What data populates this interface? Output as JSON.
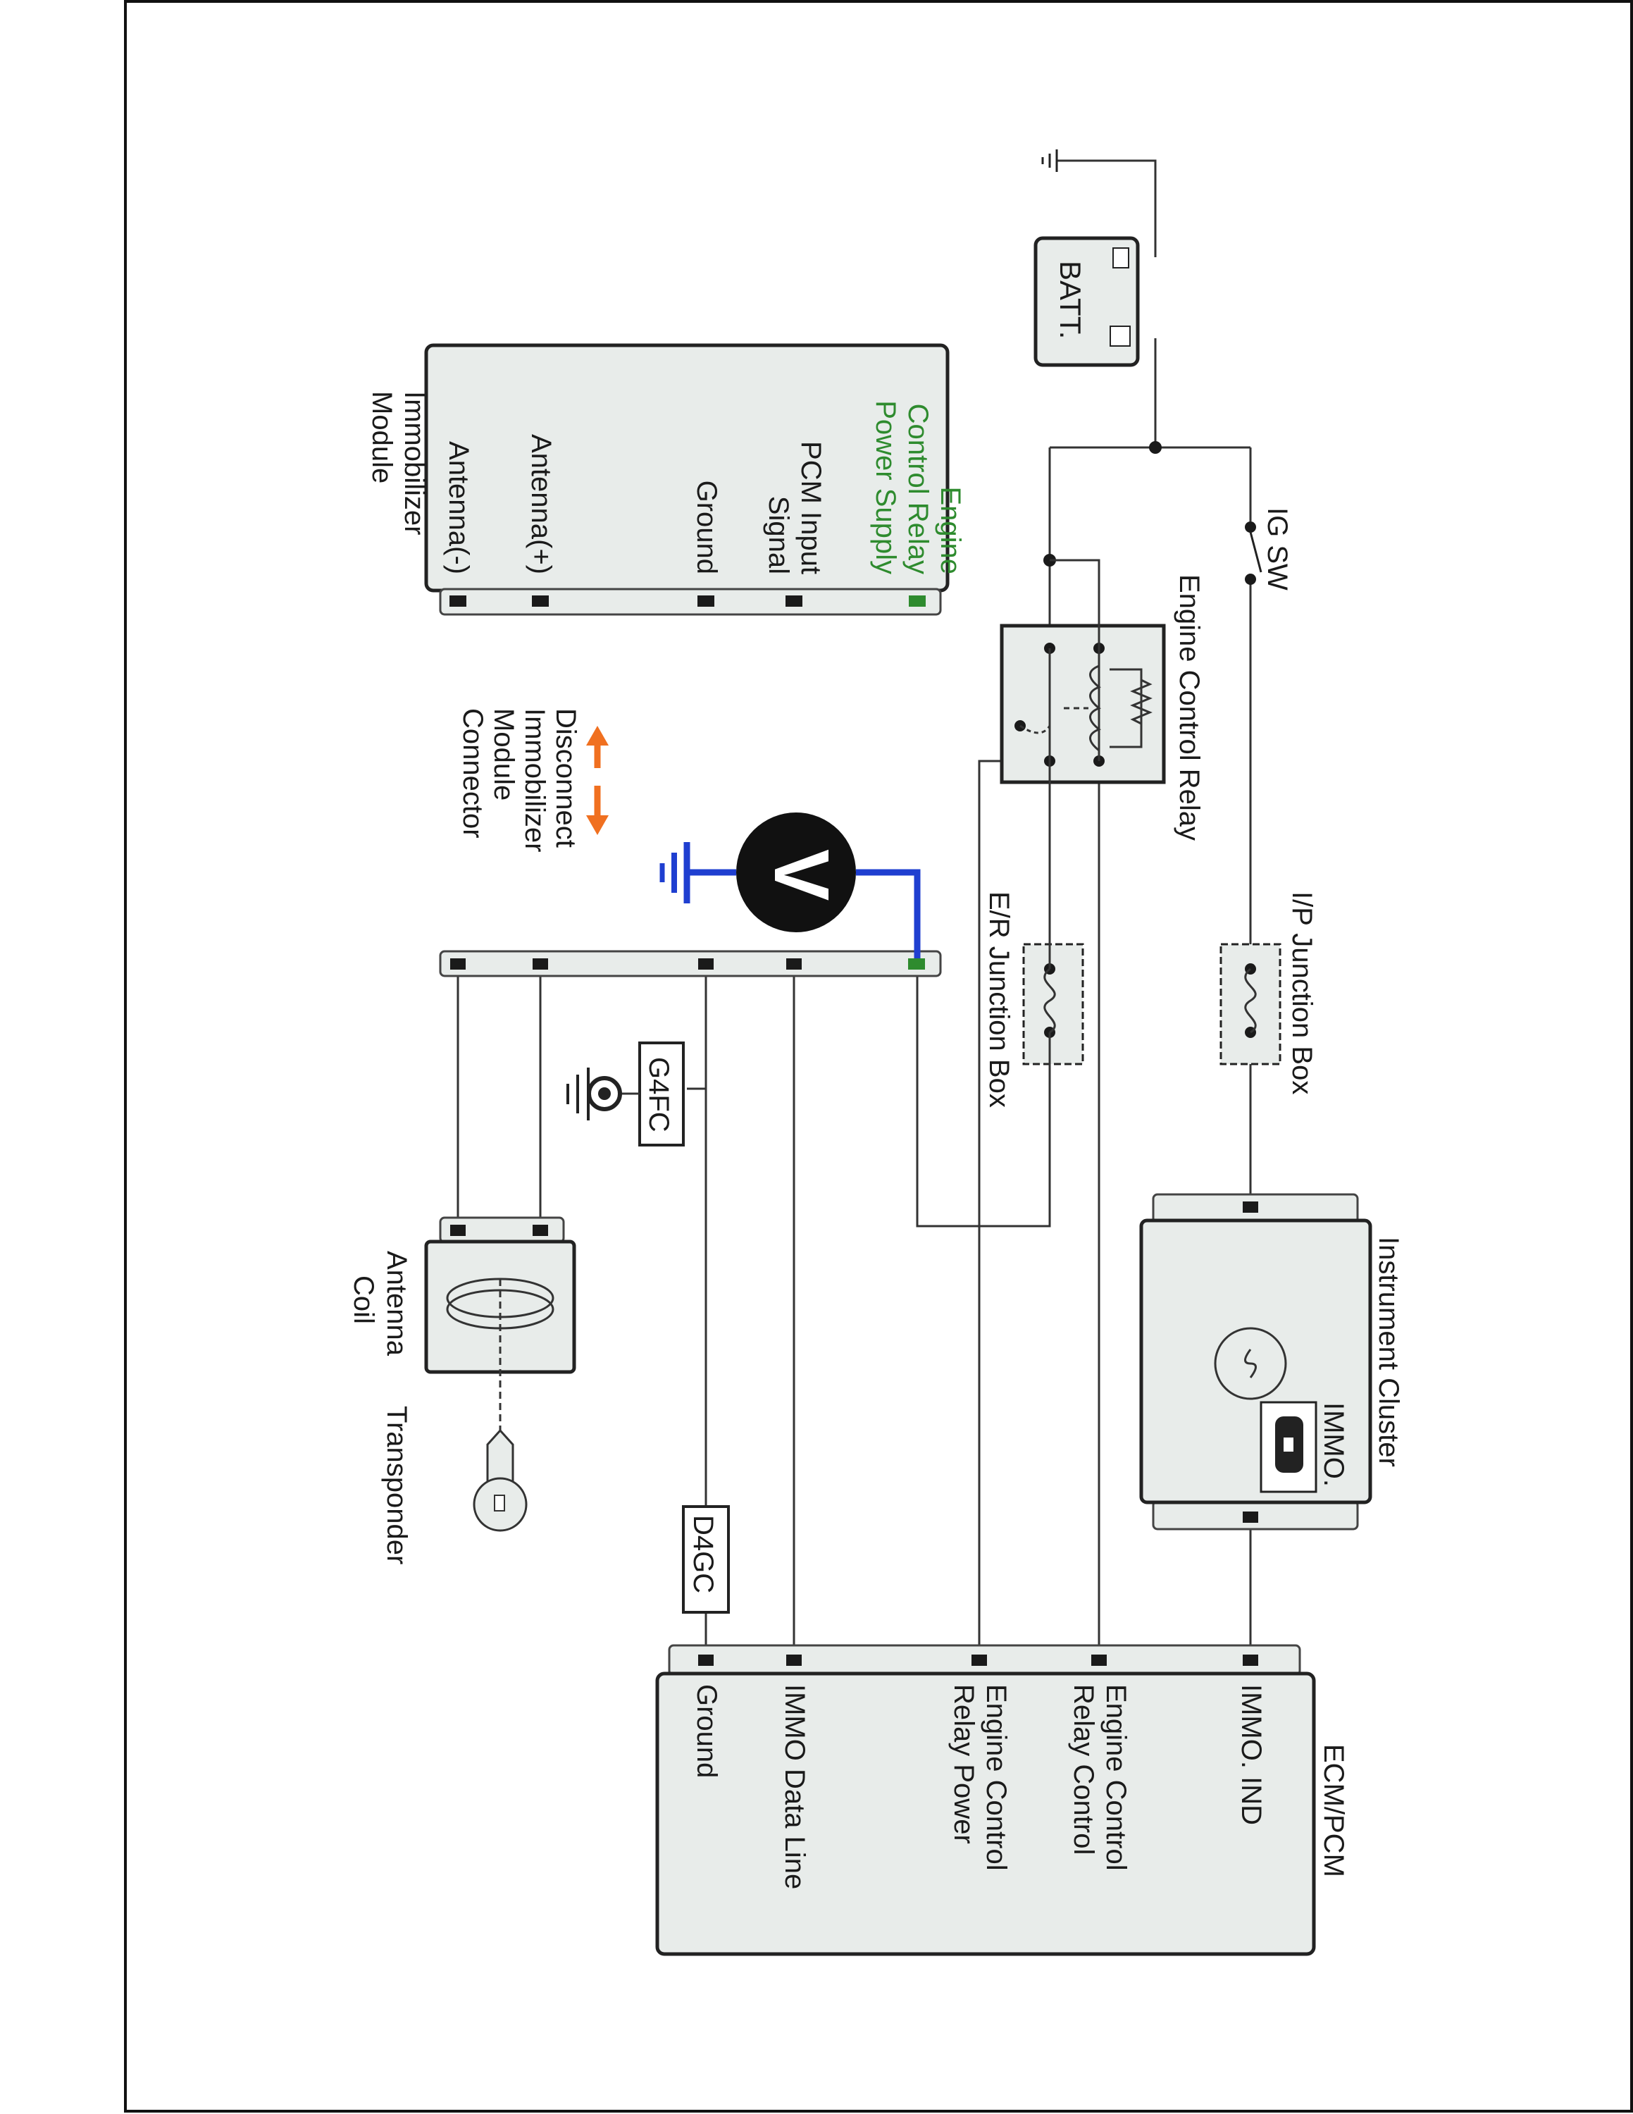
{
  "labels": {
    "batt": "BATT.",
    "ig_sw": "IG SW",
    "engine_control_relay": "Engine Control Relay",
    "ip_junction_box": "I/P Junction Box",
    "er_junction_box": "E/R Junction Box",
    "instrument_cluster": "Instrument Cluster",
    "immo_lamp": "IMMO.",
    "ecm_pcm": "ECM/PCM",
    "immobilizer_module": [
      "Immobilizer",
      "Module"
    ],
    "disconnect_note": [
      "Disconnect",
      "Immobilizer",
      "Module",
      "Connector"
    ],
    "voltmeter": "V",
    "ground_g4fc": "G4FC",
    "ground_d4gc": "D4GC",
    "antenna_coil": [
      "Antenna",
      "Coil"
    ],
    "transponder": "Transponder"
  },
  "immobilizer_pins": [
    {
      "label": [
        "Engine",
        "Control Relay",
        "Power Supply"
      ],
      "color": "#2e8b2e"
    },
    {
      "label": [
        "PCM Input",
        "Signal"
      ],
      "color": "#1a1a1a"
    },
    {
      "label": [
        "Ground"
      ],
      "color": "#1a1a1a"
    },
    {
      "label": [
        "Antenna(+)"
      ],
      "color": "#1a1a1a"
    },
    {
      "label": [
        "Antenna(-)"
      ],
      "color": "#1a1a1a"
    }
  ],
  "ecm_pins": [
    {
      "label": [
        "IMMO. IND"
      ]
    },
    {
      "label": [
        "Engine Control",
        "Relay Control"
      ]
    },
    {
      "label": [
        "Engine Control",
        "Relay Power"
      ]
    },
    {
      "label": [
        "IMMO Data Line"
      ]
    },
    {
      "label": [
        "Ground"
      ]
    }
  ],
  "colors": {
    "measure_wire": "#1f3fd0",
    "arrow": "#f07020",
    "highlight_pin": "#2e8b2e"
  }
}
